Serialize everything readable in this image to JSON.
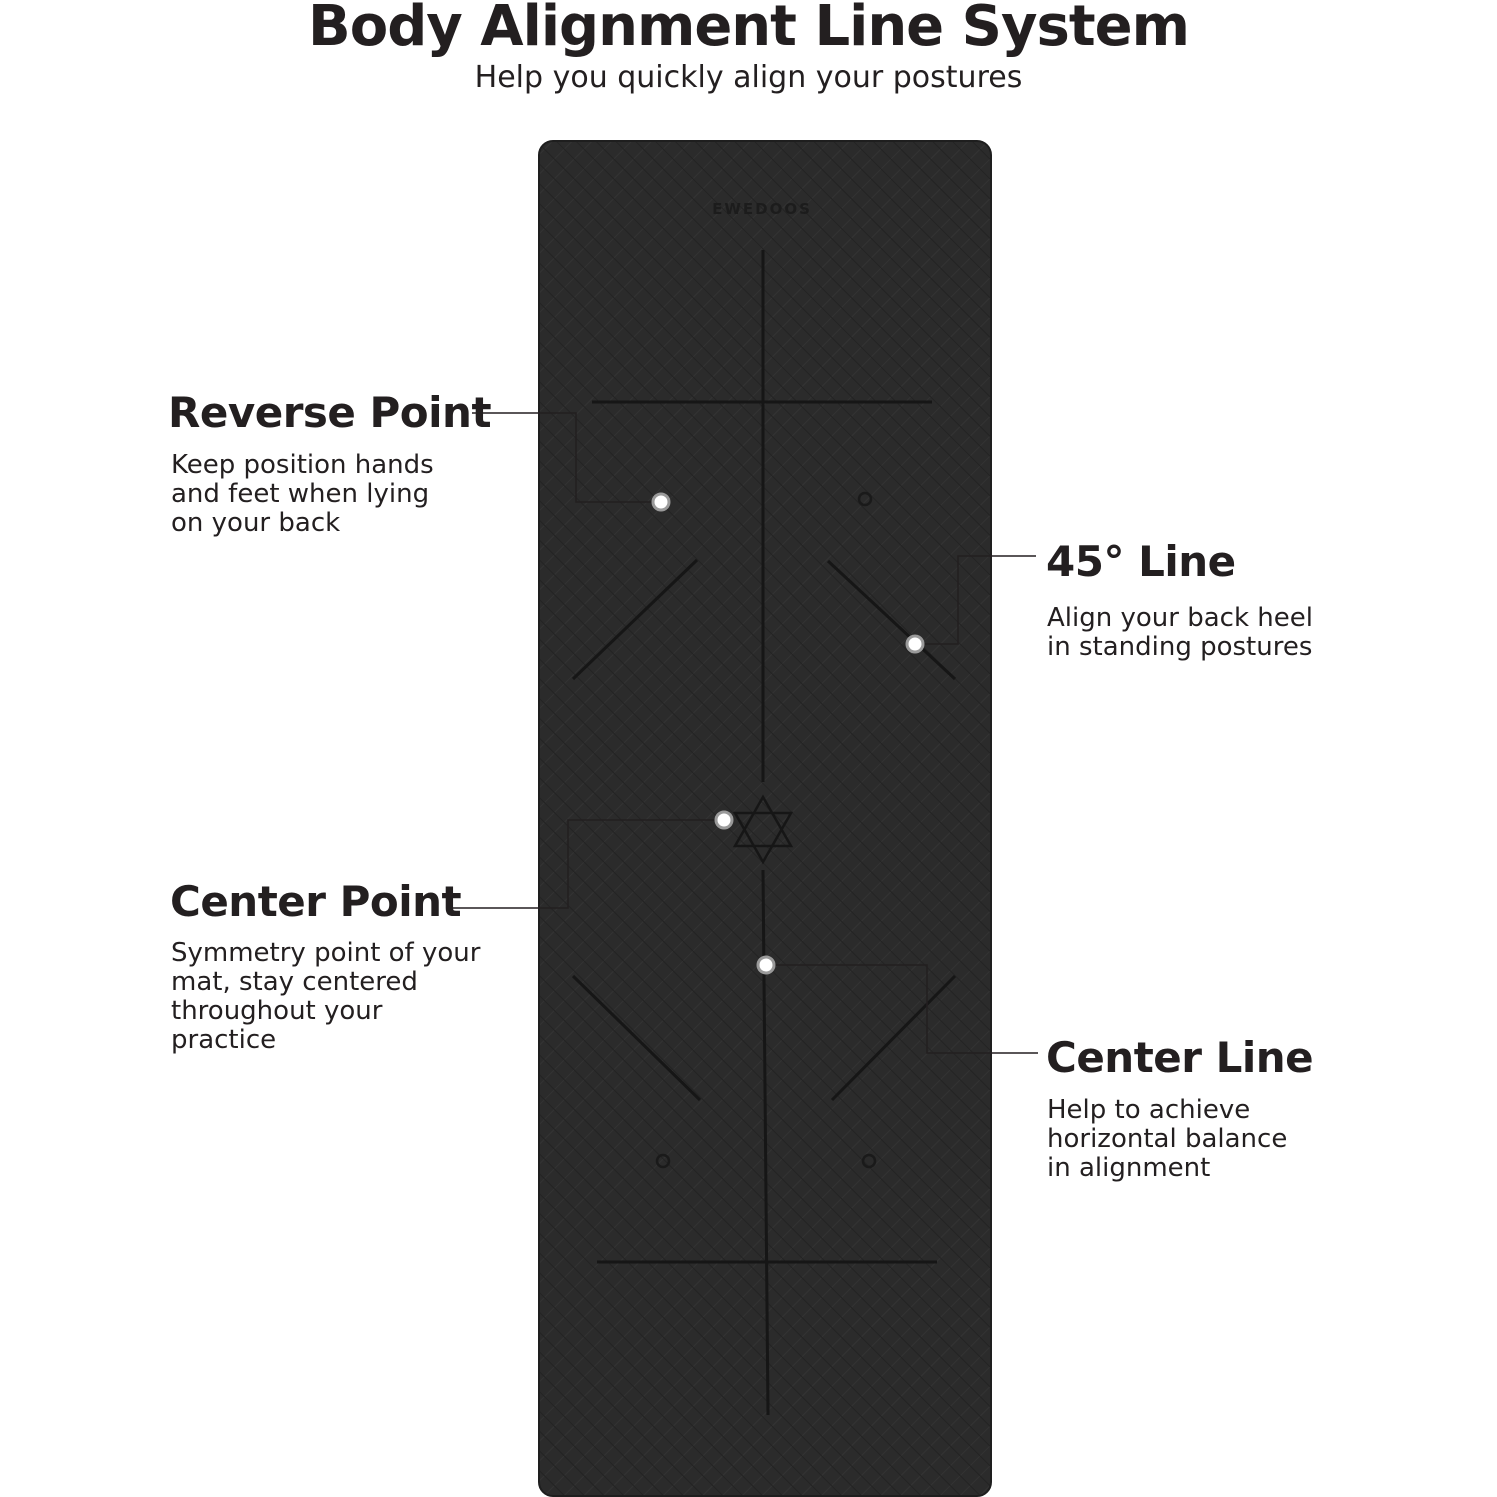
{
  "header": {
    "title": "Body Alignment Line System",
    "subtitle": "Help you quickly align your postures"
  },
  "mat": {
    "brand": "EWEDOOS",
    "color": "#2b2b2b",
    "line_color": "#151515"
  },
  "callouts": [
    {
      "title": "Reverse Point",
      "description": "Keep position hands\nand feet when lying\non your back"
    },
    {
      "title": "45° Line",
      "description": "Align your back heel\nin standing postures"
    },
    {
      "title": "Center Point",
      "description": "Symmetry point of your\nmat, stay centered\nthroughout your\npractice"
    },
    {
      "title": "Center Line",
      "description": "Help to achieve\nhorizontal balance\nin alignment"
    }
  ]
}
